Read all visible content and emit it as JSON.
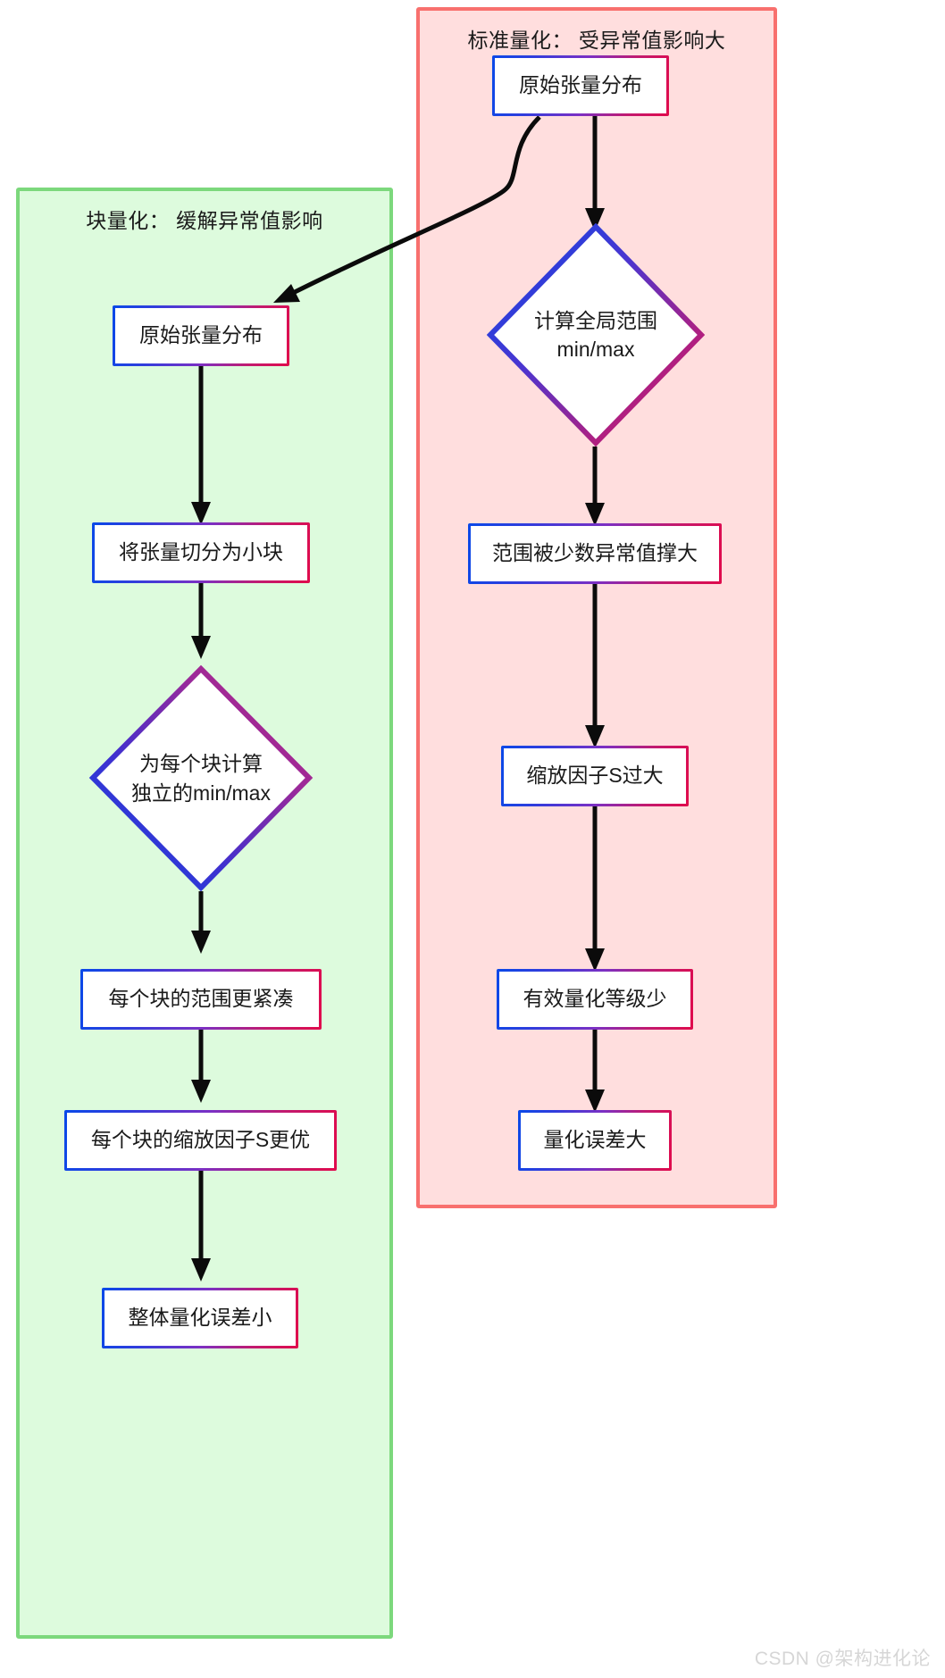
{
  "diagram": {
    "type": "flowchart",
    "direction": "top-to-bottom",
    "background": "#ffffff"
  },
  "subgraphs": [
    {
      "id": "standard",
      "title": "标准量化：  受异常值影响大",
      "fill": "#FFDEDE",
      "stroke": "#F8706E"
    },
    {
      "id": "block",
      "title": "块量化：  缓解异常值影响",
      "fill": "#DDFBDD",
      "stroke": "#7CD87C"
    }
  ],
  "nodes": {
    "right": [
      {
        "id": "r1",
        "shape": "rect",
        "label": "原始张量分布"
      },
      {
        "id": "r2",
        "shape": "diamond",
        "label": "计算全局范围\nmin/max"
      },
      {
        "id": "r3",
        "shape": "rect",
        "label": "范围被少数异常值撑大"
      },
      {
        "id": "r4",
        "shape": "rect",
        "label": "缩放因子S过大"
      },
      {
        "id": "r5",
        "shape": "rect",
        "label": "有效量化等级少"
      },
      {
        "id": "r6",
        "shape": "rect",
        "label": "量化误差大"
      }
    ],
    "left": [
      {
        "id": "l1",
        "shape": "rect",
        "label": "原始张量分布"
      },
      {
        "id": "l2",
        "shape": "rect",
        "label": "将张量切分为小块"
      },
      {
        "id": "l3",
        "shape": "diamond",
        "label": "为每个块计算\n独立的min/max"
      },
      {
        "id": "l4",
        "shape": "rect",
        "label": "每个块的范围更紧凑"
      },
      {
        "id": "l5",
        "shape": "rect",
        "label": "每个块的缩放因子S更优"
      },
      {
        "id": "l6",
        "shape": "rect",
        "label": "整体量化误差小"
      }
    ]
  },
  "edges": [
    {
      "from": "r1",
      "to": "r2"
    },
    {
      "from": "r2",
      "to": "r3"
    },
    {
      "from": "r3",
      "to": "r4"
    },
    {
      "from": "r4",
      "to": "r5"
    },
    {
      "from": "r5",
      "to": "r6"
    },
    {
      "from": "r1",
      "to": "l1",
      "style": "curved-cross-subgraph"
    },
    {
      "from": "l1",
      "to": "l2"
    },
    {
      "from": "l2",
      "to": "l3"
    },
    {
      "from": "l3",
      "to": "l4"
    },
    {
      "from": "l4",
      "to": "l5"
    },
    {
      "from": "l5",
      "to": "l6"
    }
  ],
  "styles": {
    "node_border_gradient_start": "#0a49e8",
    "node_border_gradient_end": "#e00b4c",
    "node_fill": "#ffffff",
    "edge_color": "#0b0b0b",
    "text_color": "#1a1a1a"
  },
  "watermark": {
    "text": "CSDN @架构进化论",
    "color": "#d6d6d6"
  }
}
